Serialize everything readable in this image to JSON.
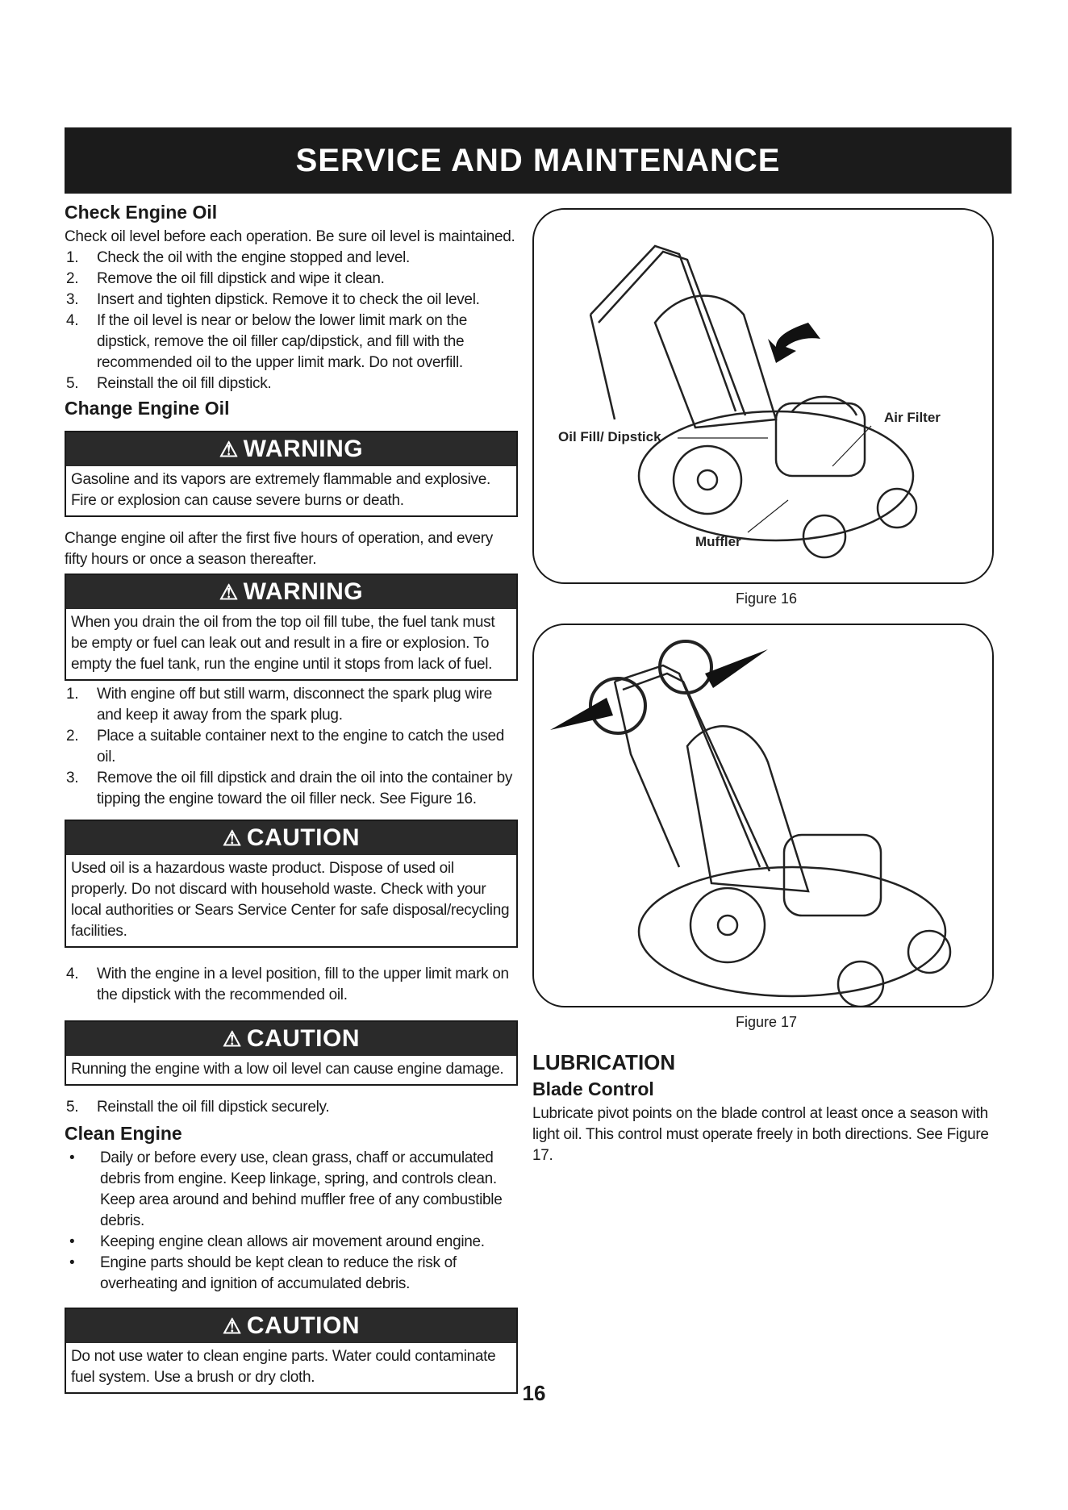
{
  "header": {
    "title": "SERVICE AND MAINTENANCE"
  },
  "check_oil": {
    "title": "Check Engine Oil",
    "intro": "Check oil level before each operation. Be sure oil level is maintained.",
    "steps": [
      {
        "n": "1.",
        "t": "Check the oil with the engine stopped and level."
      },
      {
        "n": "2.",
        "t": "Remove the oil fill dipstick and wipe it clean."
      },
      {
        "n": "3.",
        "t": "Insert and tighten dipstick. Remove it to check the oil level."
      },
      {
        "n": "4.",
        "t": "If the oil level is near or below the lower limit mark on the dipstick, remove the oil filler cap/dipstick, and fill with the recommended oil to the upper limit mark. Do not overfill."
      },
      {
        "n": "5.",
        "t": "Reinstall the oil fill dipstick."
      }
    ]
  },
  "change_oil": {
    "title": "Change Engine Oil",
    "warning1": {
      "label": "WARNING",
      "text": "Gasoline and its vapors are extremely flammable and explosive. Fire or explosion can cause severe burns or death."
    },
    "para": "Change engine oil after the first five hours of operation, and every fifty hours or once a season thereafter.",
    "warning2": {
      "label": "WARNING",
      "text": "When you drain the oil from the top oil fill tube, the fuel tank must be empty or fuel can leak out and result in a fire or explosion. To empty the fuel tank, run the engine until it stops from lack of fuel."
    },
    "steps": [
      {
        "n": "1.",
        "t": "With engine off but still warm, disconnect the spark plug wire and keep it away from the spark plug."
      },
      {
        "n": "2.",
        "t": "Place a suitable container next to the engine to catch the used oil."
      },
      {
        "n": "3.",
        "t": "Remove the oil fill dipstick and drain the oil into the container by tipping the engine toward the oil filler neck. See Figure 16."
      }
    ],
    "caution1": {
      "label": "CAUTION",
      "text": "Used oil is a hazardous waste product. Dispose of used oil properly. Do not discard with household waste. Check with your local authorities or Sears Service Center for safe disposal/recycling facilities."
    },
    "step4": {
      "n": "4.",
      "t": "With the engine in a level position, fill to the upper limit mark on the dipstick with the recommended oil."
    },
    "caution2": {
      "label": "CAUTION",
      "text": "Running the engine with a low oil level can cause engine damage."
    },
    "step5": {
      "n": "5.",
      "t": "Reinstall the oil fill dipstick securely."
    }
  },
  "clean_engine": {
    "title": "Clean Engine",
    "bullets": [
      {
        "b": "•",
        "t": "Daily or before every use, clean grass, chaff or accumulated debris from engine. Keep linkage, spring, and controls clean. Keep area around and behind muffler free of any combustible debris."
      },
      {
        "b": "•",
        "t": "Keeping engine clean allows air movement around engine."
      },
      {
        "b": "•",
        "t": "Engine parts should be kept clean to reduce the risk of overheating and ignition of accumulated debris."
      }
    ],
    "caution": {
      "label": "CAUTION",
      "text": "Do not use water to clean engine parts. Water could contaminate fuel system. Use a brush or dry cloth."
    }
  },
  "figure16": {
    "caption": "Figure 16",
    "labels": {
      "air_filter": "Air Filter",
      "oil_fill": "Oil Fill/ Dipstick",
      "muffler": "Muffler"
    }
  },
  "figure17": {
    "caption": "Figure 17"
  },
  "lubrication": {
    "title": "LUBRICATION",
    "subtitle": "Blade Control",
    "text": "Lubricate pivot points on the blade control at least once a season with light oil. This control must operate freely in both directions. See Figure 17."
  },
  "page_number": "16",
  "icons": {
    "alert": "warning-triangle-icon"
  }
}
